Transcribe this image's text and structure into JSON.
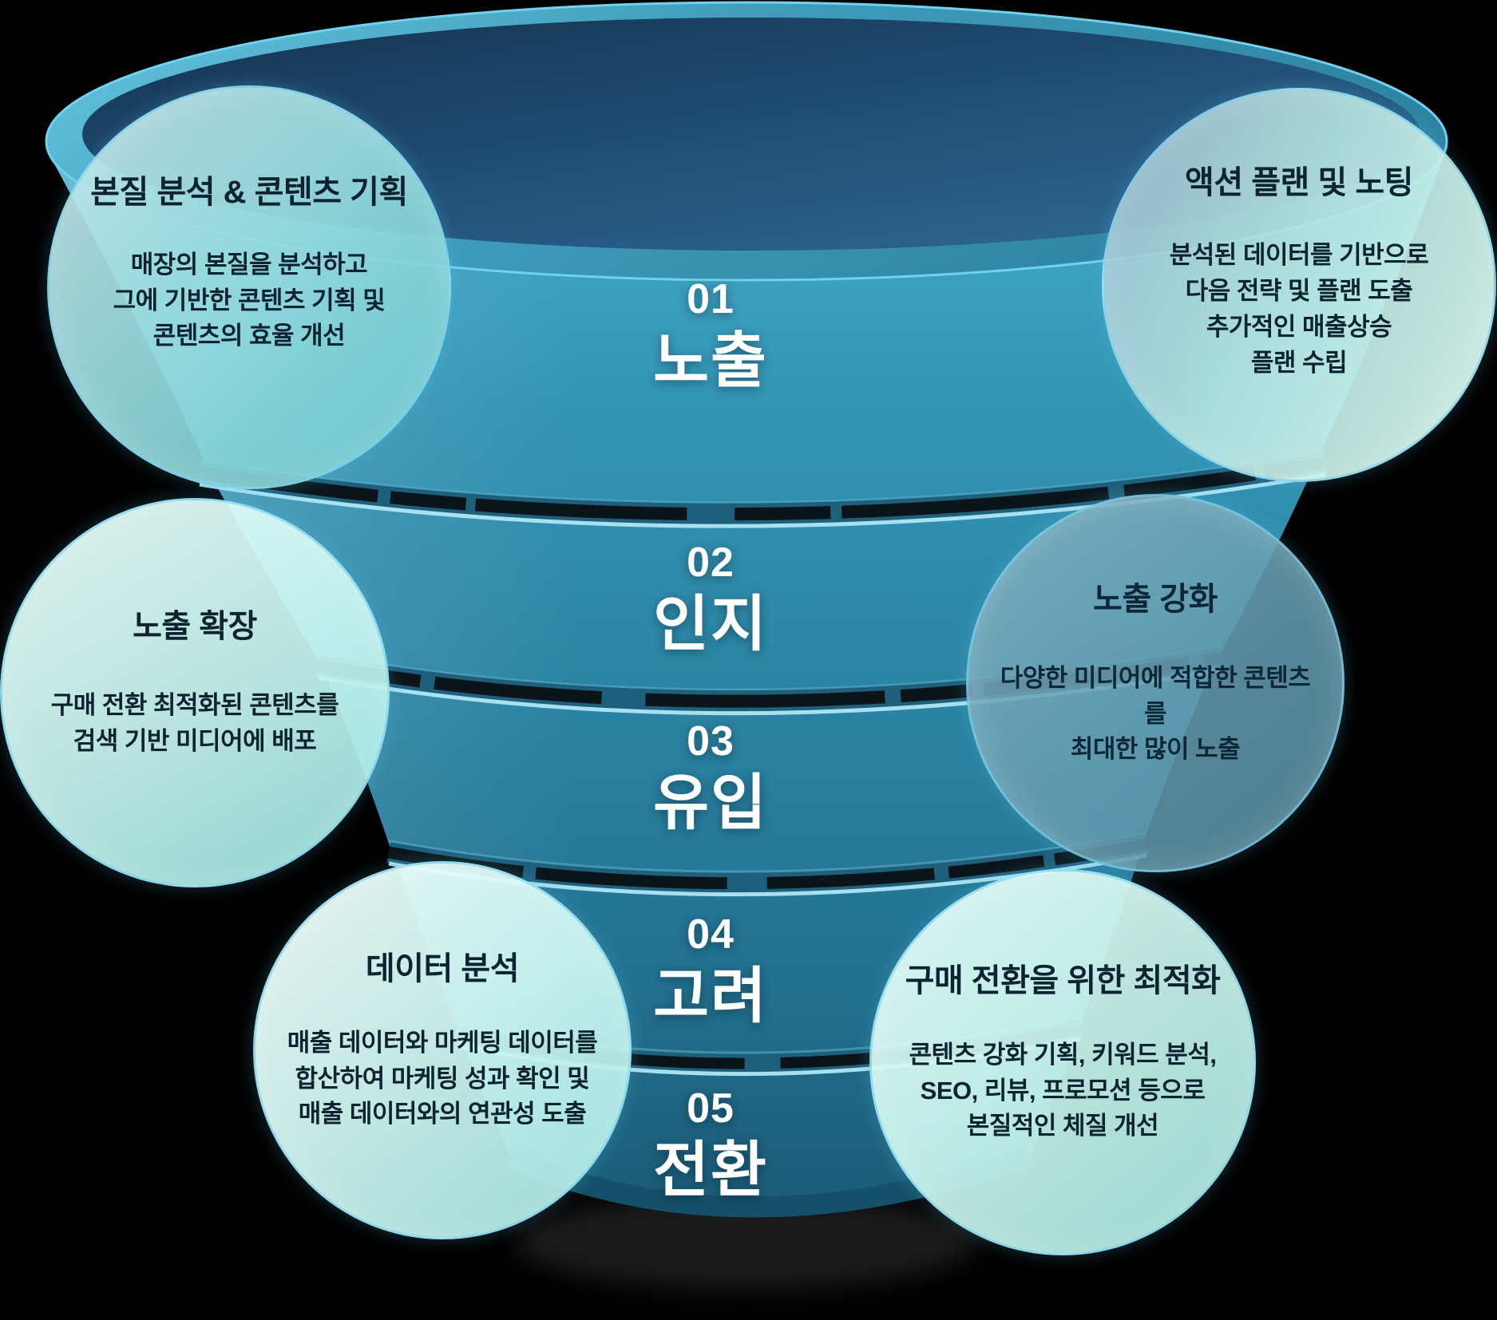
{
  "background_color": "#000000",
  "funnel": {
    "stages": [
      {
        "number": "01",
        "label": "노출"
      },
      {
        "number": "02",
        "label": "인지"
      },
      {
        "number": "03",
        "label": "유입"
      },
      {
        "number": "04",
        "label": "고려"
      },
      {
        "number": "05",
        "label": "전환"
      }
    ],
    "colors": {
      "body_top": "#41A9C6",
      "body_bottom": "#1B5C77",
      "opening_navy": "#1F4A70",
      "rim_light": "#57B9D6",
      "separator_dark": "#0B1014",
      "separator_edge_light": "#AEE6F5",
      "stage_text": "#FFFFFF"
    }
  },
  "bubbles": [
    {
      "position": "top-left",
      "title": "본질 분석 & 콘텐츠 기획",
      "body": "매장의 본질을 분석하고\n그에 기반한 콘텐츠 기획 및\n콘텐츠의 효율 개선"
    },
    {
      "position": "top-right",
      "title": "액션 플랜 및 노팅",
      "body": "분석된 데이터를 기반으로\n다음 전략 및 플랜 도출\n추가적인 매출상승\n플랜 수립"
    },
    {
      "position": "middle-left",
      "title": "노출 확장",
      "body": "구매 전환 최적화된 콘텐츠를\n검색 기반 미디어에 배포"
    },
    {
      "position": "middle-right",
      "title": "노출 강화",
      "body": "다양한 미디어에 적합한 콘텐츠를\n최대한 많이 노출"
    },
    {
      "position": "bottom-left",
      "title": "데이터 분석",
      "body": "매출 데이터와 마케팅 데이터를\n합산하여 마케팅 성과 확인 및\n매출 데이터와의 연관성 도출"
    },
    {
      "position": "bottom-right",
      "title": "구매 전환을 위한 최적화",
      "body": "콘텐츠 강화 기획, 키워드 분석,\nSEO, 리뷰, 프로모션 등으로\n본질적인 체질 개선"
    }
  ],
  "bubble_text_color": "#0D2330"
}
